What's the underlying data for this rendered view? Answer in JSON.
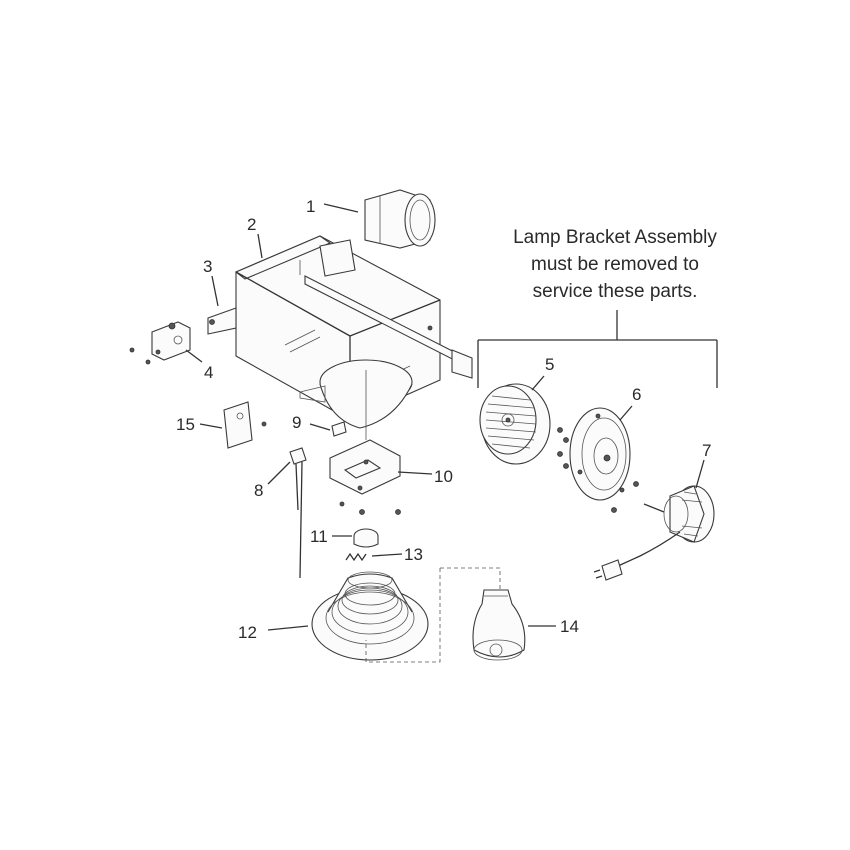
{
  "callout": {
    "lines": [
      "Lamp Bracket Assembly",
      "must be removed to",
      "service these parts."
    ]
  },
  "parts": [
    "1",
    "2",
    "3",
    "4",
    "5",
    "6",
    "7",
    "8",
    "9",
    "10",
    "11",
    "12",
    "13",
    "14",
    "15"
  ]
}
